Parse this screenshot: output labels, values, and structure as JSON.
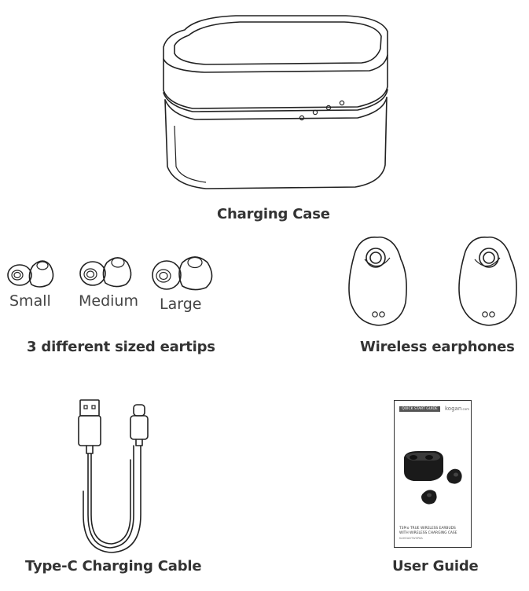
{
  "items": {
    "case": {
      "caption": "Charging Case"
    },
    "eartips": {
      "caption": "3 different sized eartips",
      "sizes": [
        "Small",
        "Medium",
        "Large"
      ]
    },
    "earphones": {
      "caption": "Wireless earphones"
    },
    "cable": {
      "caption": "Type-C Charging Cable"
    },
    "guide": {
      "caption": "User Guide",
      "cover_tab": "QUICK START GUIDE",
      "brand": "kogan",
      "brand_suffix": ".com",
      "title_line1": "T3Pro TRUE WIRELESS EARBUDS",
      "title_line2": "WITH WIRELESS CHARGING CASE",
      "model": "KAHEADTWSP8A"
    }
  }
}
